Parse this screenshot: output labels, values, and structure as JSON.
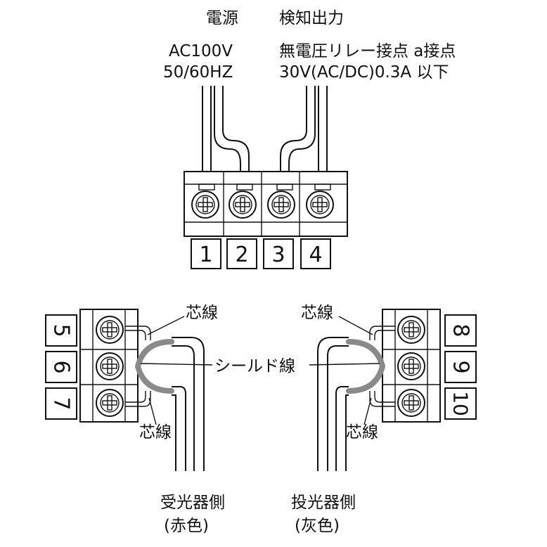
{
  "top_labels": {
    "power_title": "電源",
    "power_voltage": "AC100V",
    "power_freq": "50/60HZ",
    "output_title": "検知出力",
    "output_type": "無電圧リレー接点 a接点",
    "output_rating": "30V(AC/DC)0.3A 以下"
  },
  "terminals_top": [
    "1",
    "2",
    "3",
    "4"
  ],
  "terminals_left": [
    "5",
    "6",
    "7"
  ],
  "terminals_right": [
    "8",
    "9",
    "10"
  ],
  "callouts": {
    "core_wire": "芯線",
    "shield_wire": "シールド線"
  },
  "bottom_labels": {
    "receiver": "受光器側",
    "receiver_color": "(赤色)",
    "emitter": "投光器側",
    "emitter_color": "(灰色)"
  }
}
